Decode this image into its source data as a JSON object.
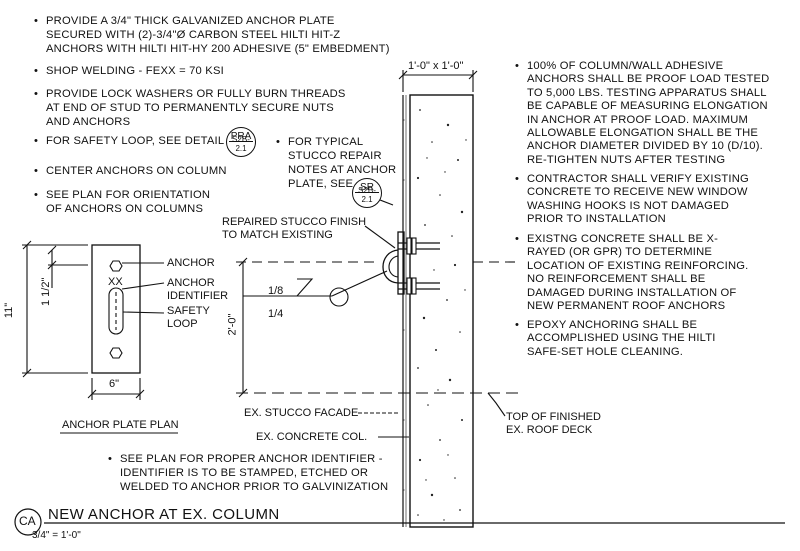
{
  "left_notes": [
    "PROVIDE A 3/4\" THICK GALVANIZED ANCHOR PLATE\nSECURED WITH (2)-3/4\"Ø CARBON STEEL HILTI HIT-Z\nANCHORS WITH HILTI HIT-HY 200 ADHESIVE (5\" EMBEDMENT)",
    "SHOP WELDING - FEXX = 70 KSI",
    "PROVIDE LOCK WASHERS OR FULLY BURN THREADS\nAT END OF STUD TO PERMANENTLY SECURE NUTS\nAND ANCHORS",
    "FOR SAFETY LOOP, SEE DETAIL",
    "CENTER ANCHORS ON COLUMN",
    "SEE PLAN FOR ORIENTATION\nOF ANCHORS ON COLUMNS"
  ],
  "stucco_note": "FOR TYPICAL\nSTUCCO REPAIR\nNOTES AT ANCHOR\nPLATE, SEE",
  "right_notes": [
    "100% OF COLUMN/WALL ADHESIVE\nANCHORS SHALL BE PROOF LOAD TESTED\nTO 5,000 LBS. TESTING APPARATUS SHALL\nBE CAPABLE OF MEASURING ELONGATION\nIN ANCHOR AT PROOF LOAD. MAXIMUM\nALLOWABLE ELONGATION SHALL BE THE\nANCHOR DIAMETER DIVIDED BY 10 (D/10).\nRE-TIGHTEN NUTS AFTER TESTING",
    "CONTRACTOR SHALL VERIFY EXISTING\nCONCRETE TO RECEIVE NEW WINDOW\nWASHING HOOKS IS NOT DAMAGED\nPRIOR TO INSTALLATION",
    "EXISTNG CONCRETE SHALL BE X-\nRAYED (OR GPR) TO DETERMINE\nLOCATION OF EXISTING REINFORCING.\nNO REINFORCEMENT SHALL BE\nDAMAGED DURING INSTALLATION OF\nNEW PERMANENT ROOF ANCHORS",
    "EPOXY ANCHORING SHALL BE\nACCOMPLISHED USING THE HILTI\nSAFE-SET HOLE CLEANING."
  ],
  "bottom_note": "SEE PLAN FOR PROPER ANCHOR IDENTIFIER -\nIDENTIFIER IS TO BE STAMPED, ETCHED OR\nWELDED TO ANCHOR PRIOR TO GALVINIZATION",
  "detail_refs": {
    "pra": {
      "top": "PRA",
      "bottom": "S2B-2.1"
    },
    "sr": {
      "top": "SR",
      "bottom": "S2B-2.1"
    }
  },
  "plan": {
    "anchor": "ANCHOR",
    "anchor_identifier": "ANCHOR\nIDENTIFIER",
    "safety_loop": "SAFETY\nLOOP",
    "xx": "XX",
    "dim_11": "11\"",
    "dim_1_5": "1 1/2\"",
    "dim_6": "6\"",
    "caption": "ANCHOR PLATE PLAN"
  },
  "section": {
    "column_size": "1'-0\" x 1'-0\"",
    "repaired_stucco": "REPAIRED STUCCO FINISH\nTO MATCH EXISTING",
    "weld_top": "1/8",
    "weld_bottom": "1/4",
    "dim_2": "2'-0\"",
    "ex_stucco": "EX. STUCCO FACADE",
    "ex_concrete": "EX. CONCRETE COL.",
    "roof_deck": "TOP OF FINISHED\nEX. ROOF DECK"
  },
  "title_block": {
    "tag": "CA",
    "title": "NEW ANCHOR AT EX. COLUMN",
    "scale": "3/4\" = 1'-0\""
  }
}
